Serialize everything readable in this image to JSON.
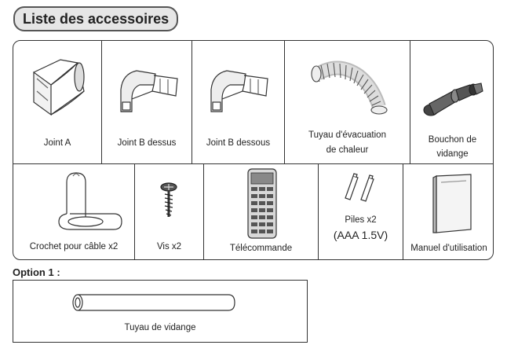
{
  "header": {
    "title": "Liste des accessoires"
  },
  "row1": [
    {
      "label": "Joint A"
    },
    {
      "label": "Joint B dessus"
    },
    {
      "label": "Joint B dessous"
    },
    {
      "label_line1": "Tuyau d'évacuation",
      "label_line2": "de chaleur"
    },
    {
      "label_line1": "Bouchon de",
      "label_line2": "vidange"
    }
  ],
  "row2": [
    {
      "label": "Crochet pour câble x2"
    },
    {
      "label": "Vis x2"
    },
    {
      "label": "Télécommande"
    },
    {
      "label_line1": "Piles x2",
      "label_line2": "(AAA 1.5V)"
    },
    {
      "label": "Manuel d'utilisation"
    }
  ],
  "option": {
    "title": "Option 1 :",
    "item_label": "Tuyau de vidange"
  }
}
